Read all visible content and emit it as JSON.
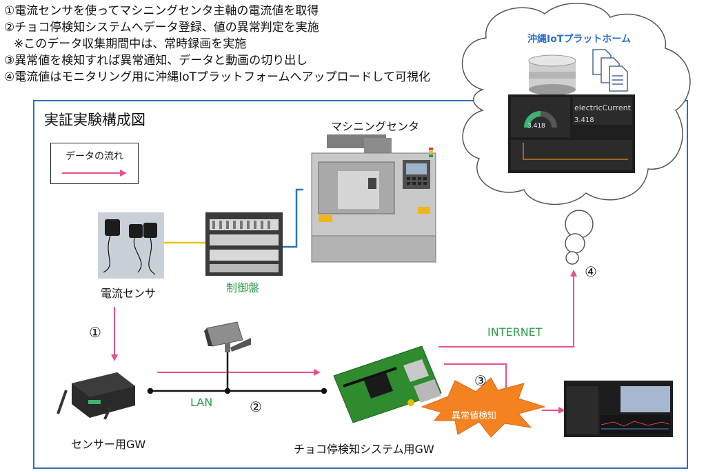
{
  "notes": [
    "①電流センサを使ってマシニングセンタ主軸の電流値を取得",
    "②チョコ停検知システムへデータ登録、値の異常判定を実施",
    "※このデータ収集期間中は、常時録画を実施",
    "③異常値を検知すれば異常通知、データと動画の切り出し",
    "④電流値はモニタリング用に沖縄IoTプラットフォームへアップロードして可視化"
  ],
  "frame_title": "実証実験構成図",
  "legend_label": "データの流れ",
  "cloud": {
    "title": "沖縄IoTプラットホーム",
    "dashboard": {
      "gauge_value": "3.418",
      "card_title": "electricCurrent",
      "card_value": "3.418"
    }
  },
  "labels": {
    "machining_center": "マシニングセンタ",
    "current_sensor": "電流センサ",
    "control_panel": "制御盤",
    "sensor_gw": "センサー用GW",
    "choko_gw": "チョコ停検知システム用GW",
    "lan": "LAN",
    "internet": "INTERNET",
    "anomaly": "異常値検知"
  },
  "steps": {
    "s1": "①",
    "s2": "②",
    "s3": "③",
    "s4": "④"
  },
  "colors": {
    "frame": "#2f6fb3",
    "flow_arrow": "#e8508a",
    "green_text": "#2b9b4b",
    "cloud_title": "#2870c8",
    "alert_fill": "#f58220"
  }
}
